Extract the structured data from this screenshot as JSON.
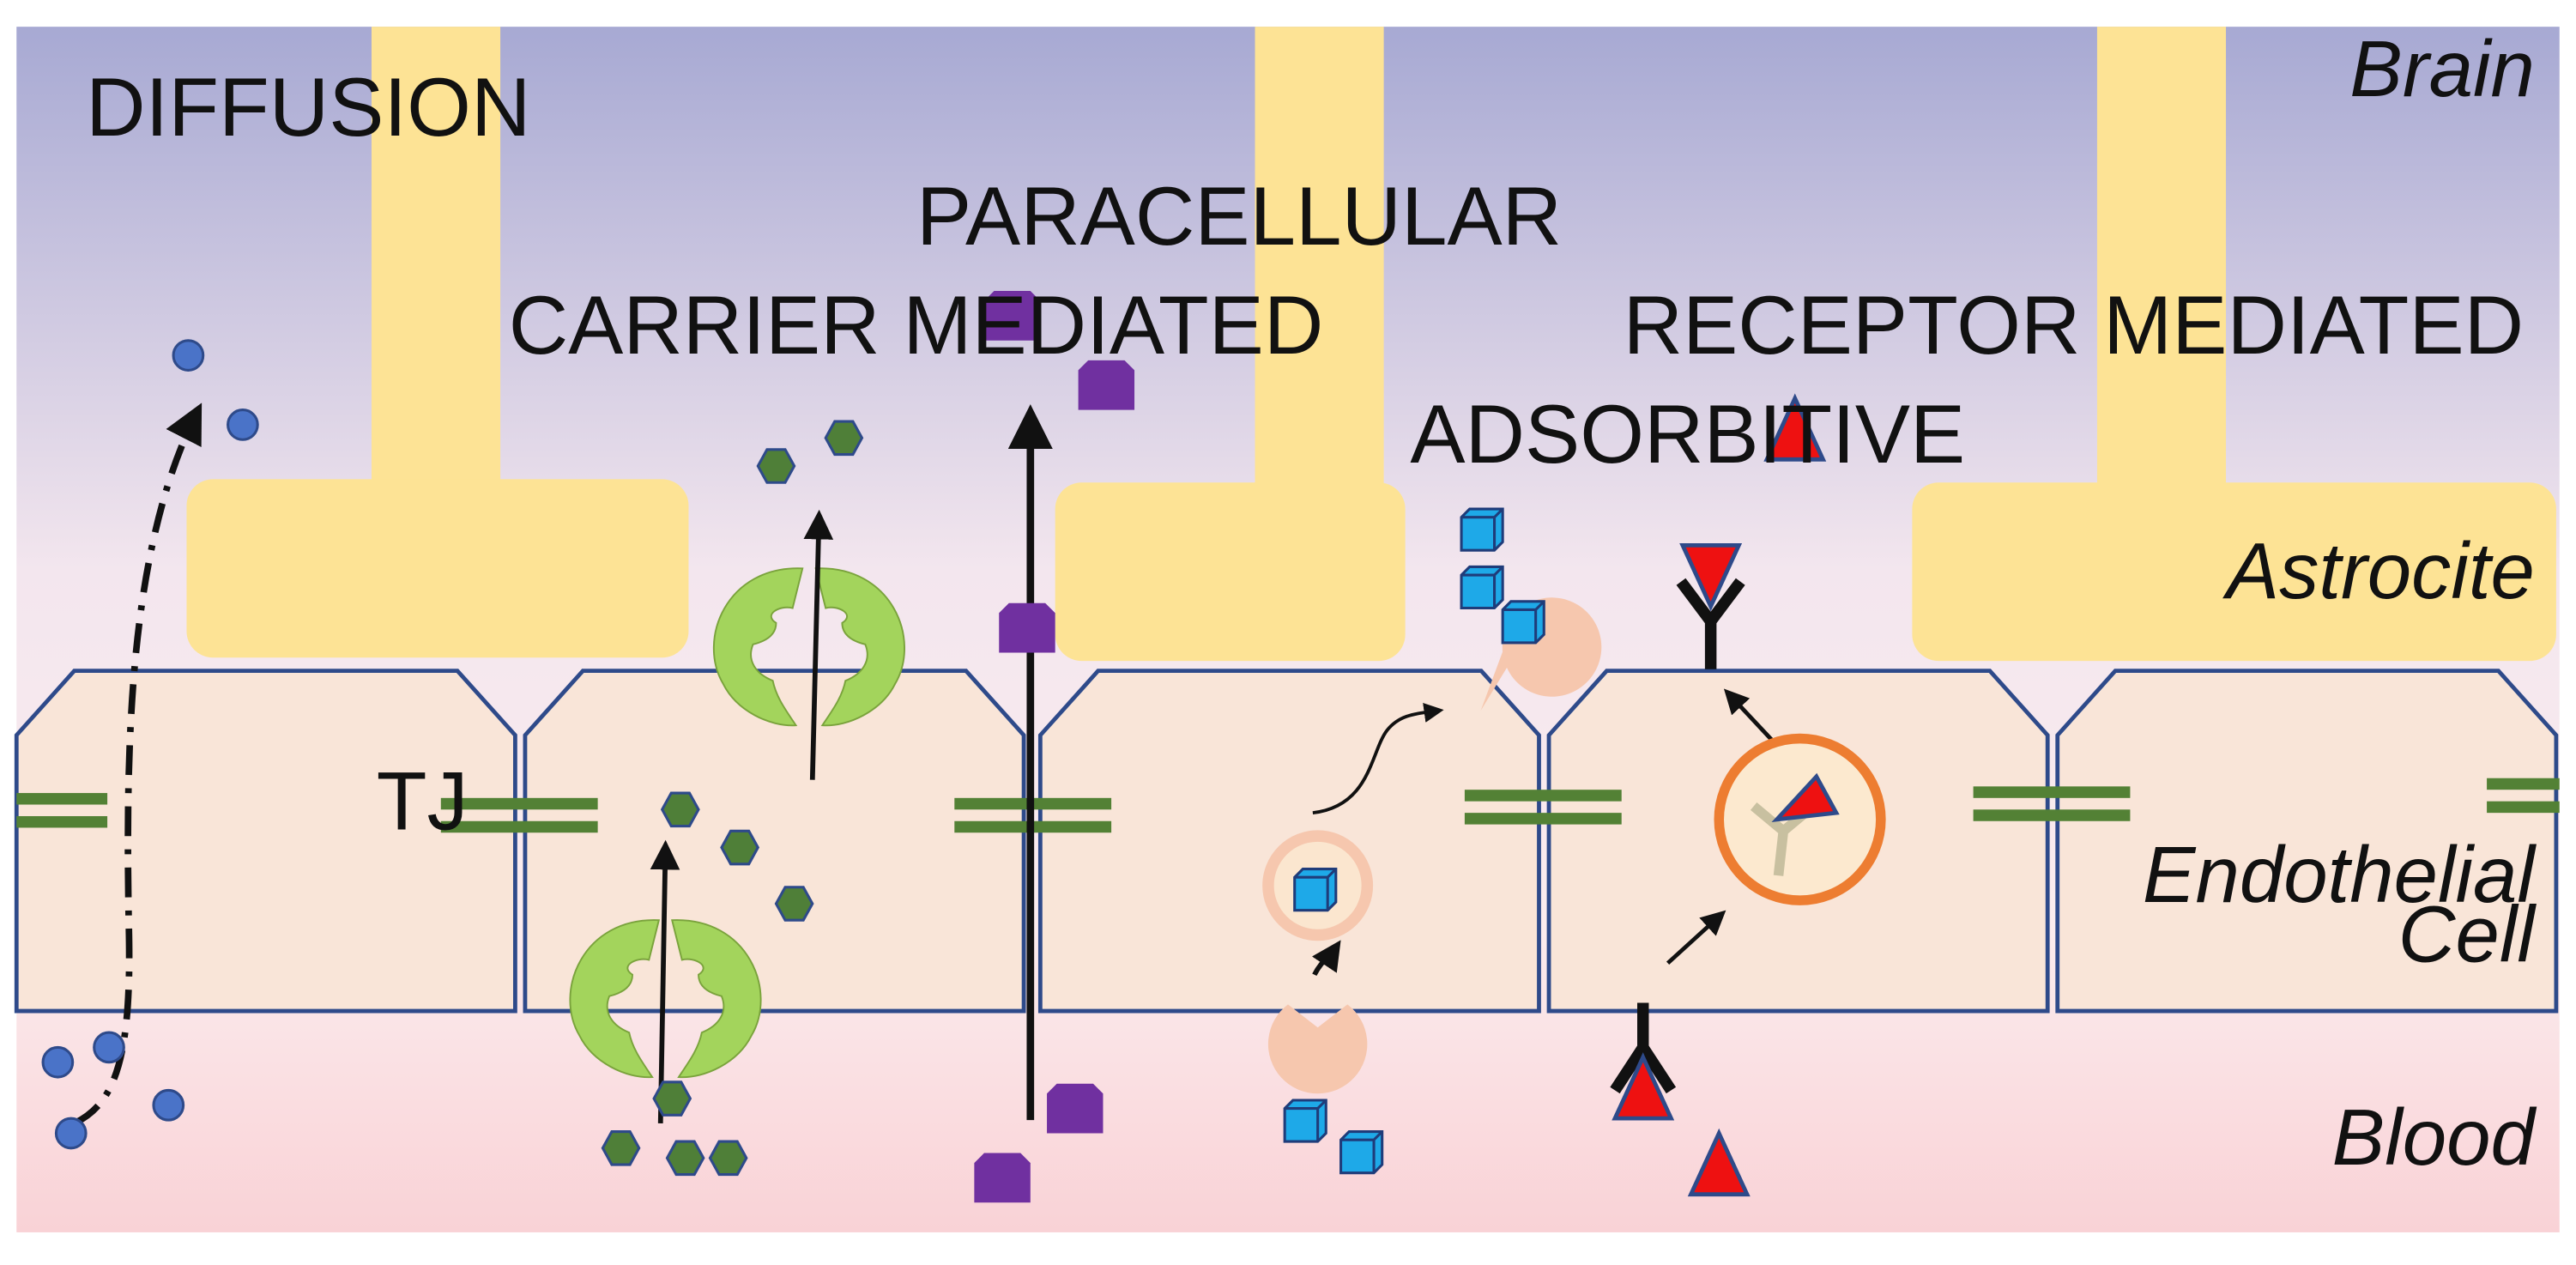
{
  "labels": {
    "diffusion": "DIFFUSION",
    "paracellular": "PARACELLULAR",
    "carrier_mediated": "CARRIER MEDIATED",
    "receptor_mediated": "RECEPTOR MEDIATED",
    "adsorbitive": "ADSORBITIVE",
    "tight_junction": "TJ"
  },
  "regions": {
    "brain": "Brain",
    "astrocite": "Astrocite",
    "endothelial_line1": "Endothelial",
    "endothelial_line2": "Cell",
    "blood": "Blood"
  },
  "colors": {
    "brain_top": "#a7a9d3",
    "brain_mid": "#f3e6ee",
    "blood_bottom": "#f9d2d6",
    "astrocyte": "#fde395",
    "endothelial_fill": "#f9e5d8",
    "endothelial_border": "#2e4a8a",
    "tight_junction": "#538135",
    "diffusion_molecule": "#4a73c8",
    "carrier_molecule": "#4f7f38",
    "carrier_protein": "#a3d45c",
    "paracellular_molecule": "#7030a0",
    "adsorbitive_cube": "#1ea9e8",
    "adsorbitive_receptor": "#f6c7ae",
    "vesicle_ring": "#ed7d31",
    "ligand_triangle": "#ee1111",
    "antibody": "#111111"
  },
  "icons": {
    "diffusion": "circle-molecule-icon",
    "carrier": "hexagon-molecule-icon",
    "transporter": "carrier-protein-icon",
    "paracellular": "square-molecule-icon",
    "adsorbitive": "cube-molecule-icon",
    "adsorptive_receptor": "pacman-receptor-icon",
    "receptor_ligand": "triangle-ligand-icon",
    "receptor": "y-antibody-icon",
    "vesicle": "vesicle-icon"
  }
}
